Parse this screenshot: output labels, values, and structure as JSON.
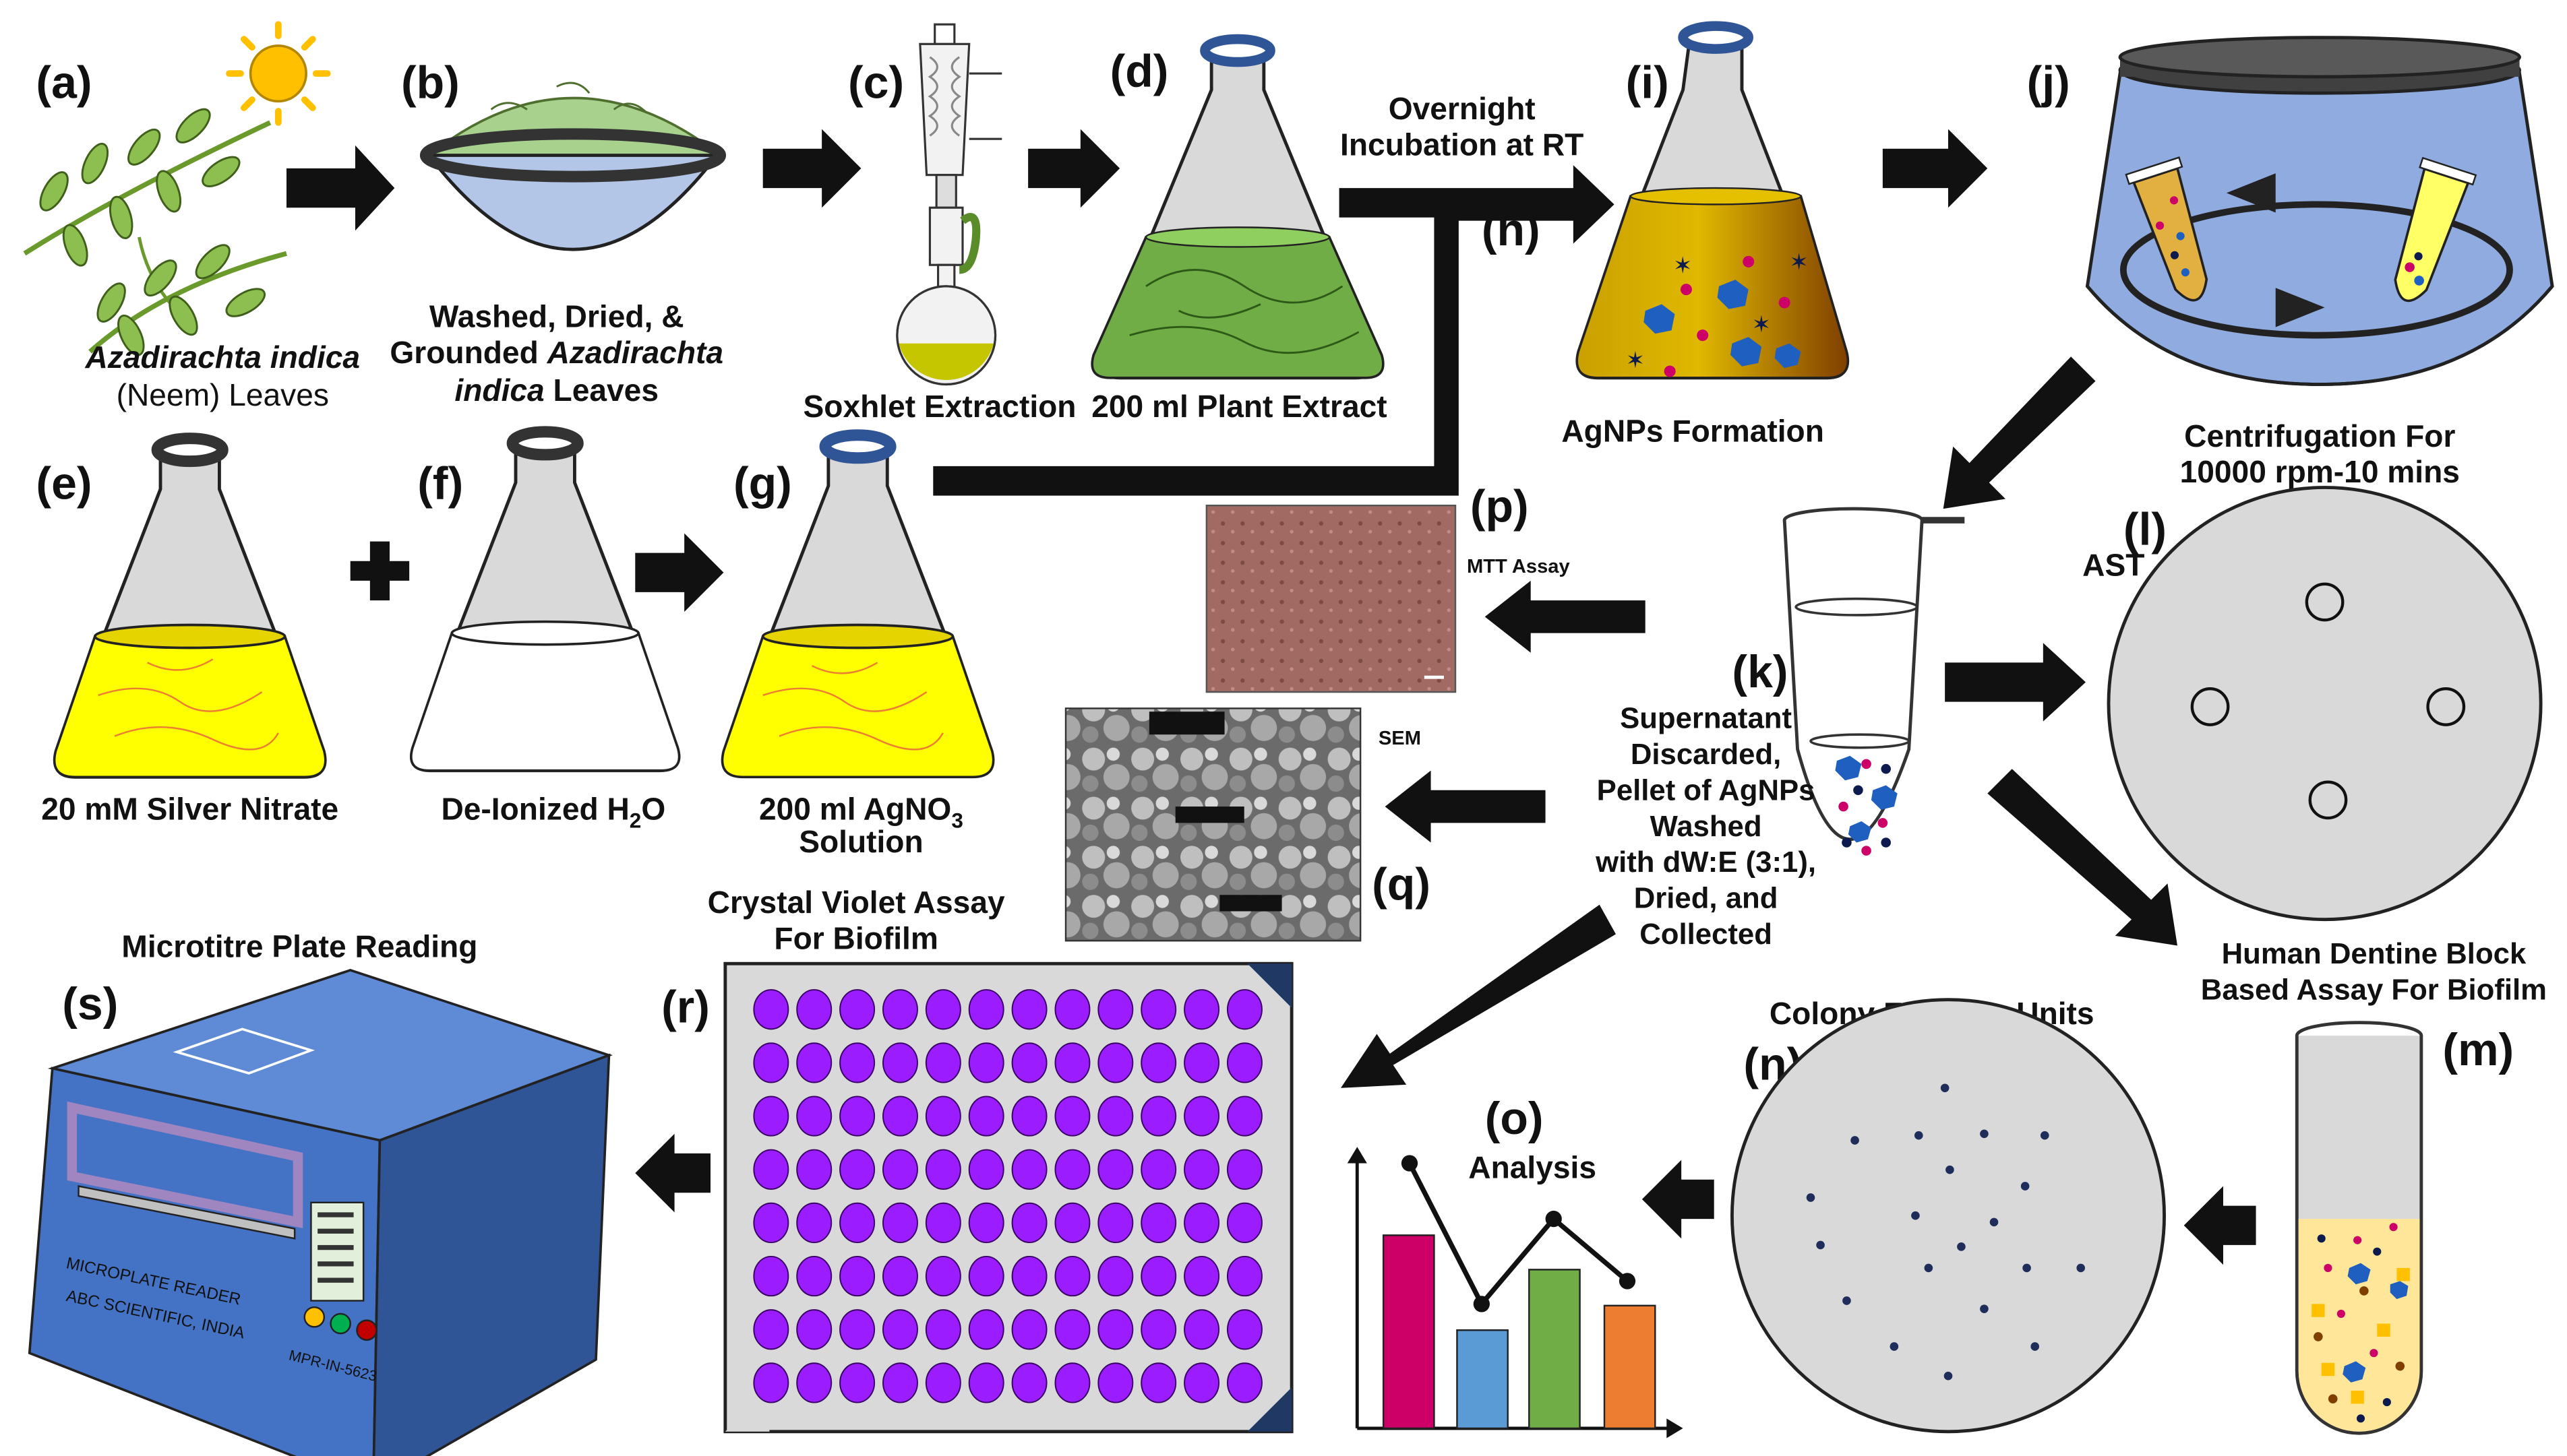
{
  "labels": {
    "a": "(a)",
    "b": "(b)",
    "c": "(c)",
    "d": "(d)",
    "e": "(e)",
    "f": "(f)",
    "g": "(g)",
    "h": "(h)",
    "i": "(i)",
    "j": "(j)",
    "k": "(k)",
    "l": "(l)",
    "m": "(m)",
    "n": "(n)",
    "o": "(o)",
    "p": "(p)",
    "q": "(q)",
    "r": "(r)",
    "s": "(s)"
  },
  "captions": {
    "a_line1": "Azadirachta indica",
    "a_line2": "(Neem) Leaves",
    "b_line1": "Washed, Dried, &",
    "b_line2a": "Grounded ",
    "b_line2b": "Azadirachta",
    "b_line3a": "indica",
    "b_line3b": " Leaves",
    "c": "Soxhlet Extraction",
    "d": "200 ml Plant Extract",
    "h_line1": "Overnight",
    "h_line2": "Incubation at RT",
    "i": "AgNPs Formation",
    "j_line1": "Centrifugation For",
    "j_line2": "10000 rpm-10 mins",
    "e": "20 mM Silver Nitrate",
    "f_main": "De-Ionized H",
    "f_sub": "2",
    "f_end": "O",
    "g_line1_main": "200 ml AgNO",
    "g_line1_sub": "3",
    "g_line2": "Solution",
    "p": "MTT Assay",
    "q": "SEM",
    "k_line1": "Supernatant",
    "k_line2": "Discarded,",
    "k_line3": "Pellet of AgNPs",
    "k_line4": "Washed",
    "k_line5": "with dW:E (3:1),",
    "k_line6": "Dried, and",
    "k_line7": "Collected",
    "l": "AST",
    "r_line1": "Crystal Violet Assay",
    "r_line2": "For Biofilm",
    "s": "Microtitre Plate Reading",
    "s_device1": "MICROPLATE READER",
    "s_device2": "ABC SCIENTIFIC, INDIA",
    "s_model": "MPR-IN-5623",
    "n": "Colony Forming Units",
    "o": "Analysis",
    "m_line1": "Human Dentine Block",
    "m_line2": "Based Assay For Biofilm"
  },
  "colors": {
    "leaf": "#8cbf4f",
    "bowl": "#b4c6e7",
    "plant_extract": "#70ad47",
    "silver_nitrate": "#ffff00",
    "flask_cap": "#2f5597",
    "agnp_gold": "#c9a000",
    "agnp_brown": "#7f3f00",
    "centrifuge": "#8fabe0",
    "plate_well": "#9a1cff",
    "plate_bg": "#d9d9d9",
    "device": "#4472c4",
    "mtt": "#a16b64",
    "bar1": "#cc0066",
    "bar2": "#5b9bd5",
    "bar3": "#70ad47",
    "bar4": "#ed7d31",
    "sun": "#ffc000"
  },
  "icons": [
    "sun-icon",
    "leaf-branch-icon",
    "bowl-icon",
    "soxhlet-apparatus-icon",
    "erlenmeyer-flask-icon",
    "centrifuge-icon",
    "microtube-icon",
    "petri-dish-icon",
    "test-tube-icon",
    "microplate-icon",
    "microplate-reader-icon",
    "bar-line-chart-icon",
    "arrow-icon",
    "plus-icon"
  ]
}
